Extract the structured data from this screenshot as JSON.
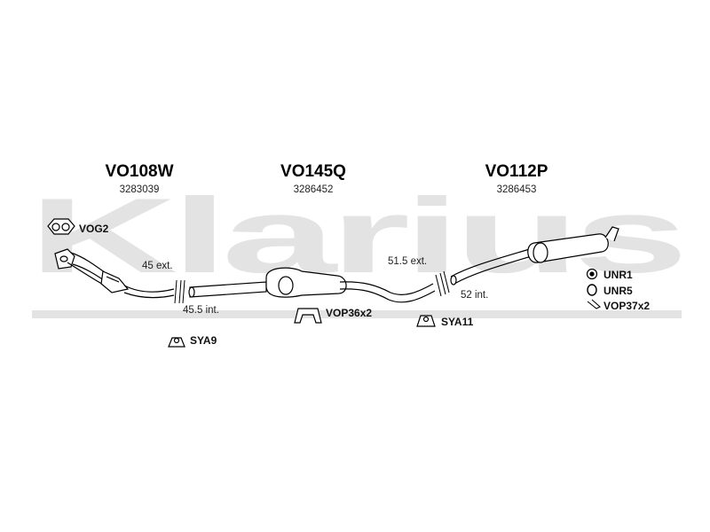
{
  "watermark": "Klarius",
  "parts": [
    {
      "code": "VO108W",
      "number": "3283039"
    },
    {
      "code": "VO145Q",
      "number": "3286452"
    },
    {
      "code": "VO112P",
      "number": "3286453"
    }
  ],
  "accessories": {
    "vog2": "VOG2",
    "sya9": "SYA9",
    "vop36": "VOP36x2",
    "sya11": "SYA11",
    "unr1": "UNR1",
    "unr5": "UNR5",
    "vop37": "VOP37x2"
  },
  "dimensions": {
    "d1": "45 ext.",
    "d2": "45.5 int.",
    "d3": "51.5 ext.",
    "d4": "52 int."
  },
  "colors": {
    "watermark": "#e3e3e3",
    "line": "#000000",
    "pipe_fill": "#ffffff"
  }
}
